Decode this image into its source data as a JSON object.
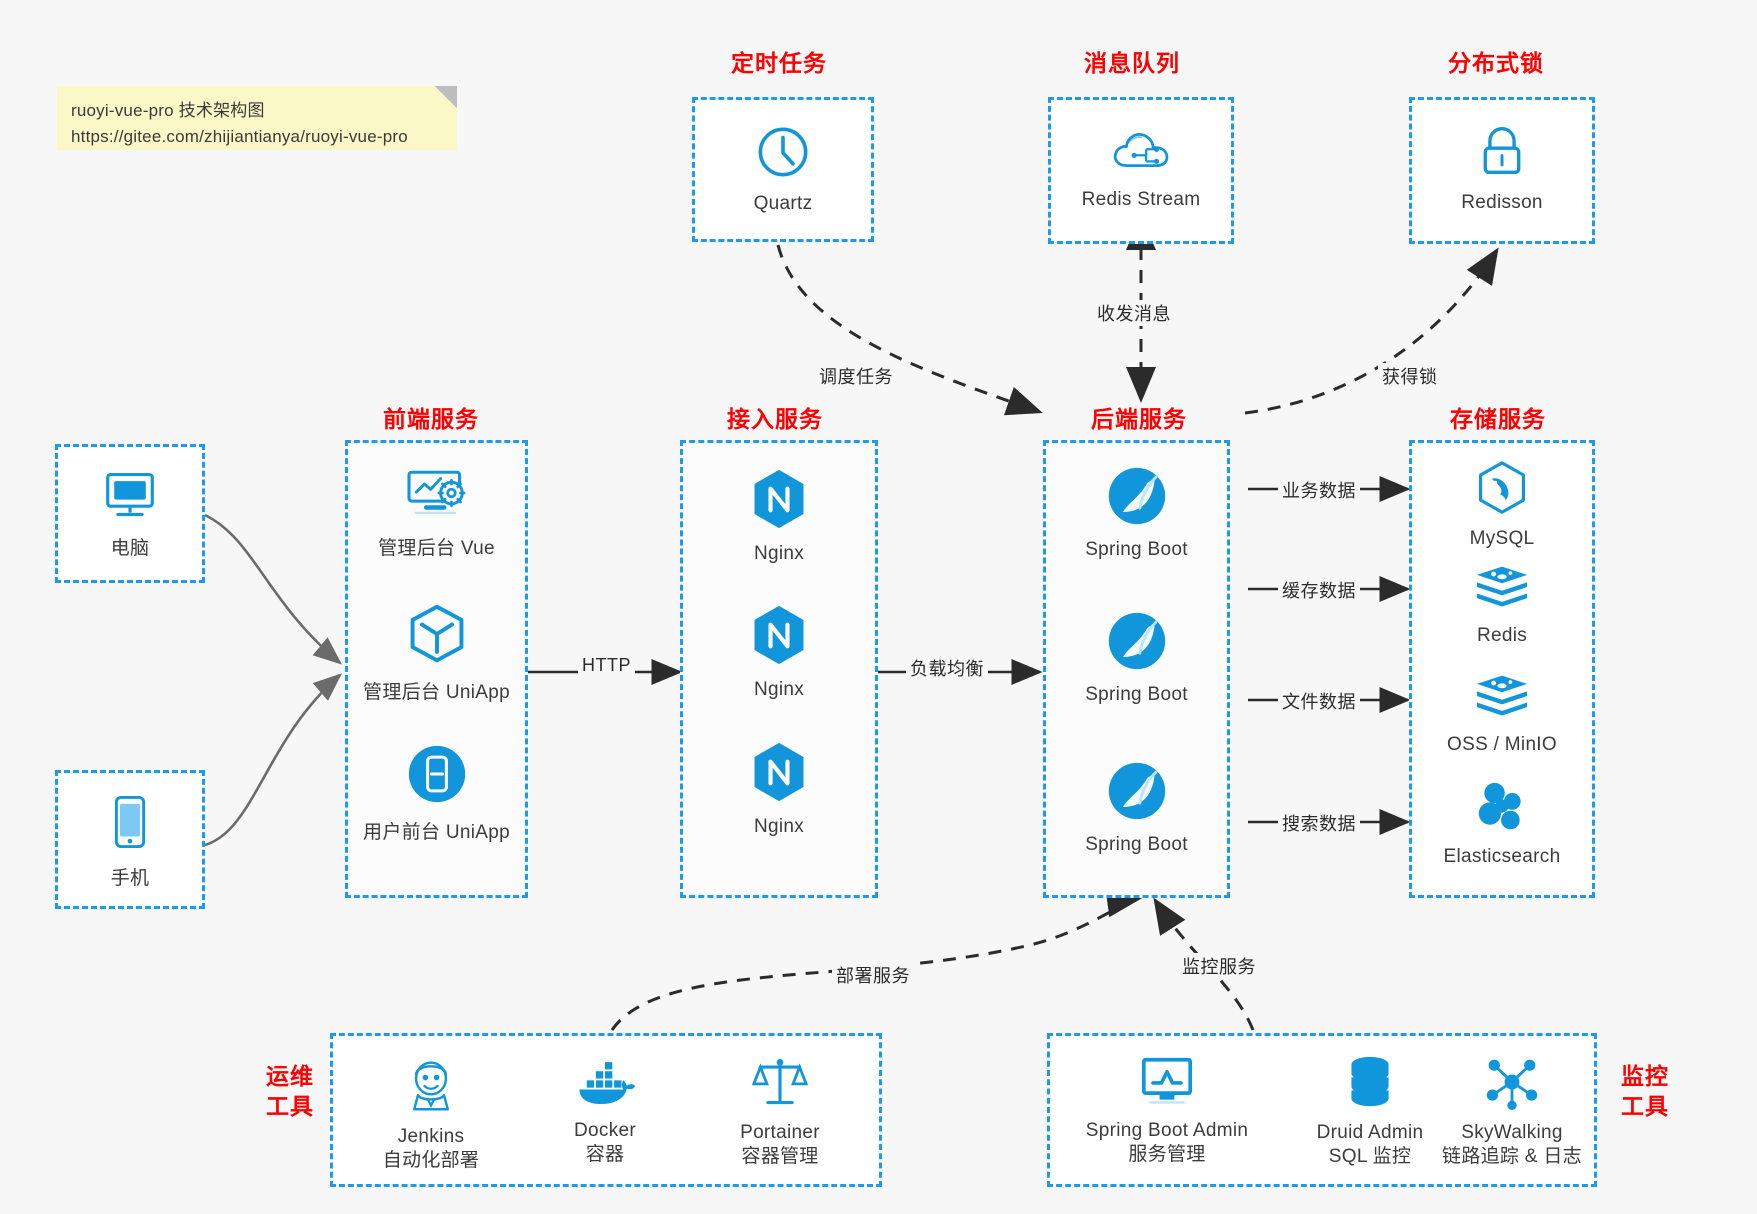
{
  "note": {
    "line1": "ruoyi-vue-pro 技术架构图",
    "line2": "https://gitee.com/zhijiantianya/ruoyi-vue-pro"
  },
  "colors": {
    "accent": "#1a9bf0",
    "icon": "#1296db",
    "title": "#ff0000",
    "text": "#3c3c3c",
    "background": "#f7f7f7",
    "note": "#fbf8c7",
    "arrow": "#2b2b2b",
    "solid_arrow": "#6b6b6b"
  },
  "groups": {
    "scheduler": {
      "title": "定时任务",
      "nodes": [
        {
          "label": "Quartz",
          "icon": "clock-icon"
        }
      ]
    },
    "mq": {
      "title": "消息队列",
      "nodes": [
        {
          "label": "Redis Stream",
          "icon": "cloud-stream-icon"
        }
      ]
    },
    "lock": {
      "title": "分布式锁",
      "nodes": [
        {
          "label": "Redisson",
          "icon": "lock-icon"
        }
      ]
    },
    "clients": {
      "nodes": [
        {
          "label": "电脑",
          "icon": "desktop-icon"
        },
        {
          "label": "手机",
          "icon": "mobile-icon"
        }
      ]
    },
    "frontend": {
      "title": "前端服务",
      "nodes": [
        {
          "label": "管理后台 Vue",
          "icon": "dashboard-gear-icon"
        },
        {
          "label": "管理后台 UniApp",
          "icon": "hexagon-cube-icon"
        },
        {
          "label": "用户前台 UniApp",
          "icon": "mobile-circle-icon"
        }
      ]
    },
    "gateway": {
      "title": "接入服务",
      "nodes": [
        {
          "label": "Nginx",
          "icon": "nginx-icon"
        },
        {
          "label": "Nginx",
          "icon": "nginx-icon"
        },
        {
          "label": "Nginx",
          "icon": "nginx-icon"
        }
      ]
    },
    "backend": {
      "title": "后端服务",
      "nodes": [
        {
          "label": "Spring Boot",
          "icon": "spring-boot-icon"
        },
        {
          "label": "Spring Boot",
          "icon": "spring-boot-icon"
        },
        {
          "label": "Spring Boot",
          "icon": "spring-boot-icon"
        }
      ]
    },
    "storage": {
      "title": "存储服务",
      "nodes": [
        {
          "label": "MySQL",
          "icon": "mysql-icon"
        },
        {
          "label": "Redis",
          "icon": "redis-icon"
        },
        {
          "label": "OSS / MinIO",
          "icon": "oss-icon"
        },
        {
          "label": "Elasticsearch",
          "icon": "elasticsearch-icon"
        }
      ]
    },
    "devops": {
      "title": "运维\n工具",
      "title_line1": "运维",
      "title_line2": "工具",
      "nodes": [
        {
          "label": "Jenkins",
          "sub": "自动化部署",
          "icon": "jenkins-icon"
        },
        {
          "label": "Docker",
          "sub": "容器",
          "icon": "docker-icon"
        },
        {
          "label": "Portainer",
          "sub": "容器管理",
          "icon": "portainer-icon"
        }
      ]
    },
    "monitor": {
      "title_line1": "监控",
      "title_line2": "工具",
      "nodes": [
        {
          "label": "Spring Boot Admin",
          "sub": "服务管理",
          "icon": "monitor-chart-icon"
        },
        {
          "label": "Druid Admin",
          "sub": "SQL 监控",
          "icon": "database-icon"
        },
        {
          "label": "SkyWalking",
          "sub": "链路追踪 & 日志",
          "icon": "skywalking-icon"
        }
      ]
    }
  },
  "edges": {
    "http": "HTTP",
    "load_balance": "负载均衡",
    "schedule_task": "调度任务",
    "send_receive_message": "收发消息",
    "acquire_lock": "获得锁",
    "business_data": "业务数据",
    "cache_data": "缓存数据",
    "file_data": "文件数据",
    "search_data": "搜索数据",
    "deploy_service": "部署服务",
    "monitor_service": "监控服务"
  }
}
